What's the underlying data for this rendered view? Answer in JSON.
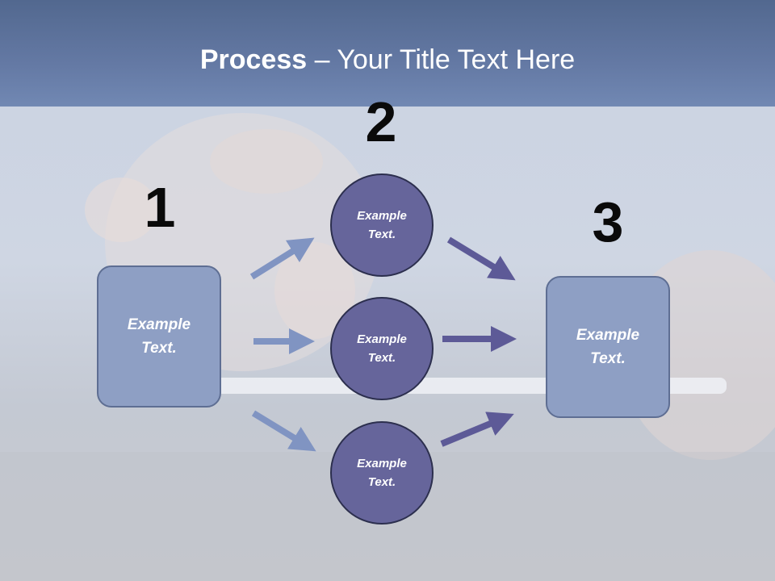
{
  "slide": {
    "title_bold": "Process",
    "title_rest": " – Your Title Text Here"
  },
  "steps": {
    "one": {
      "number": "1",
      "box_text_line1": "Example",
      "box_text_line2": "Text."
    },
    "two": {
      "number": "2",
      "circles": [
        {
          "line1": "Example",
          "line2": "Text."
        },
        {
          "line1": "Example",
          "line2": "Text."
        },
        {
          "line1": "Example",
          "line2": "Text."
        }
      ]
    },
    "three": {
      "number": "3",
      "box_text_line1": "Example",
      "box_text_line2": "Text."
    }
  },
  "colors": {
    "title_band": "#6479a4",
    "box_fill": "#8e9fc4",
    "circle_fill": "#66659b",
    "arrow_light": "#8094c2",
    "arrow_dark": "#5d5a97"
  }
}
